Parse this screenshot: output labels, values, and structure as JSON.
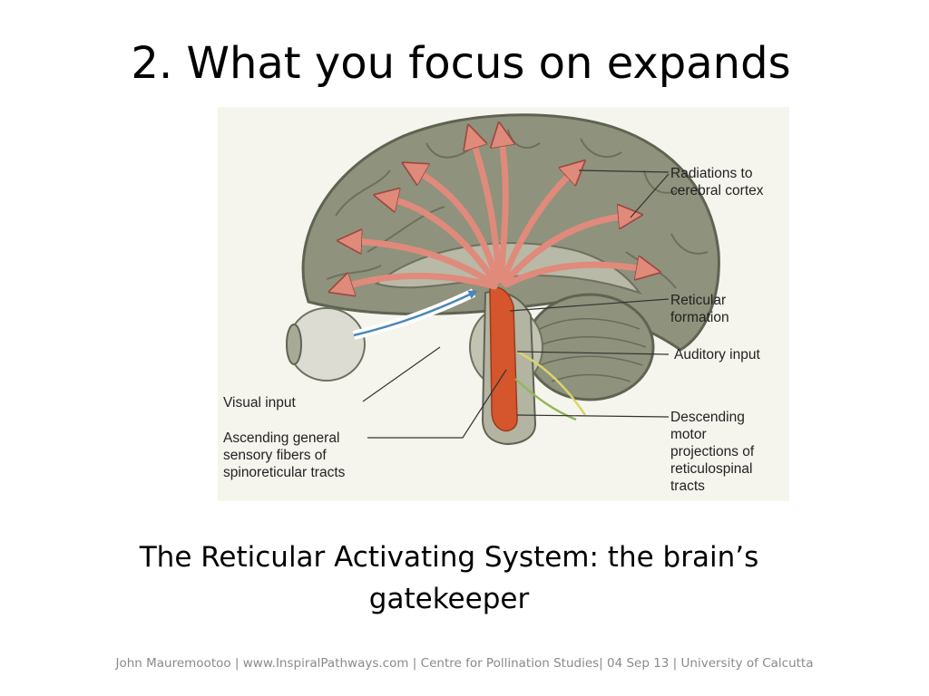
{
  "slide": {
    "title": "2. What you focus on expands",
    "caption": "The Reticular Activating System: the brain’s gatekeeper",
    "footer": "John Mauremootoo | www.InspiralPathways.com | Centre for Pollination Studies| 04 Sep 13 | University of Calcutta"
  },
  "figure": {
    "labels": {
      "radiations": "Radiations to\ncerebral cortex",
      "reticular": "Reticular\nformation",
      "auditory": "Auditory input",
      "visual": "Visual input",
      "ascending": "Ascending general\nsensory fibers of\nspinoreticular tracts",
      "descending": "Descending\nmotor\nprojections of\nreticulospinal\ntracts"
    },
    "colors": {
      "brain": "#8f927c",
      "brain_dark": "#5f6352",
      "arrows": "#e08a7c",
      "reticular": "#d5562c",
      "background": "#f5f5ee"
    }
  }
}
